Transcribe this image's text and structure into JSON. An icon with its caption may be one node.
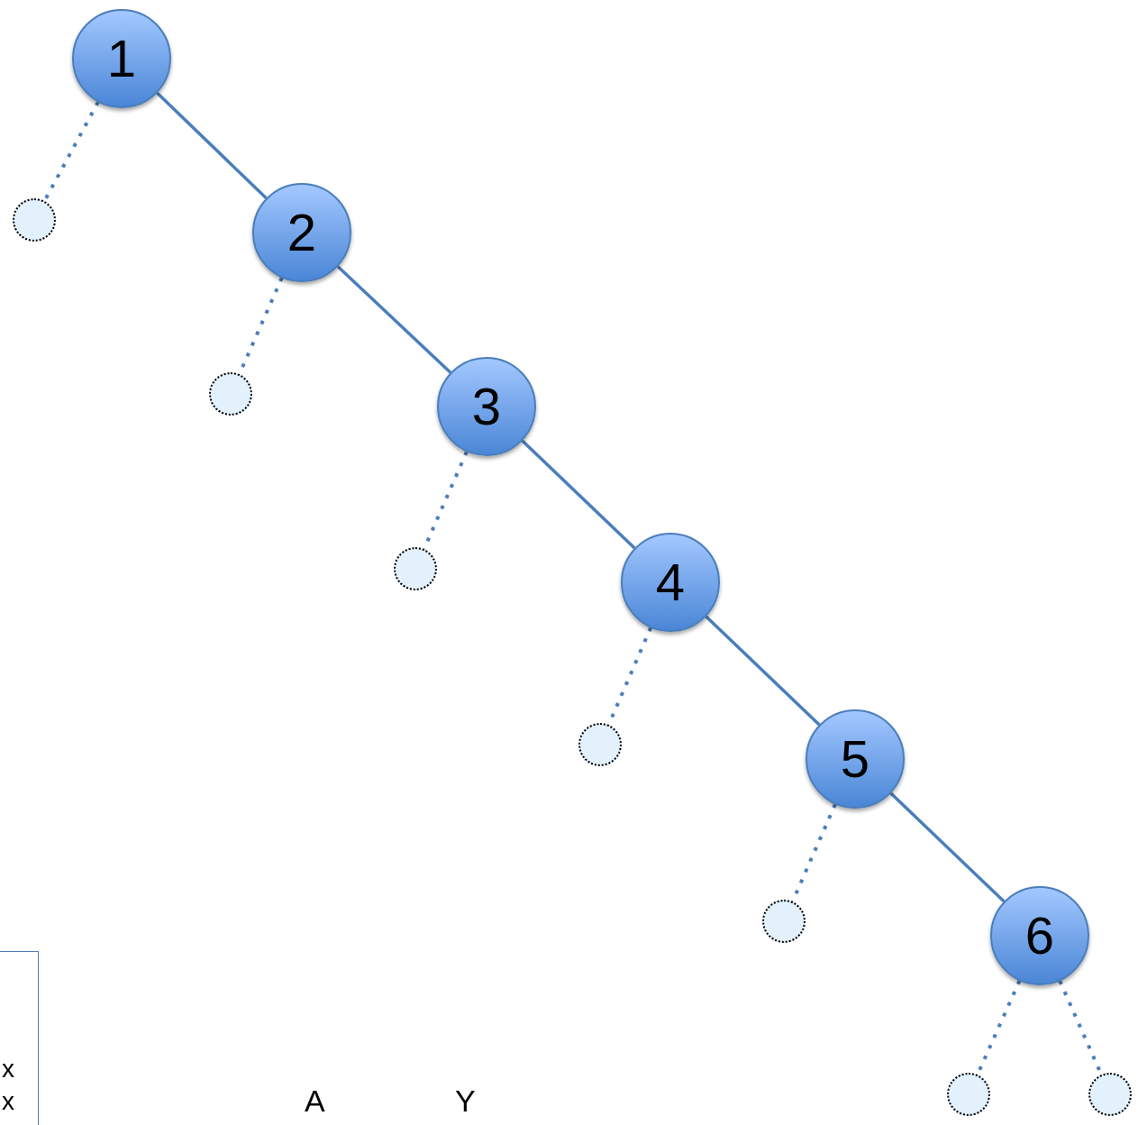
{
  "diagram": {
    "nodes": [
      {
        "text": [
          "1"
        ]
      },
      {
        "text": [
          "2"
        ]
      },
      {
        "text": [
          "3"
        ]
      },
      {
        "text": [
          "4"
        ]
      },
      {
        "text": [
          "5"
        ]
      },
      {
        "text": [
          "6"
        ]
      },
      {
        "text": [],
        "shape": "circle"
      },
      {
        "text": [],
        "shape": "circle"
      },
      {
        "text": [],
        "shape": "circle"
      },
      {
        "text": [],
        "shape": "circle"
      },
      {
        "text": [],
        "shape": "circle"
      },
      {
        "text": [],
        "shape": "circle"
      },
      {
        "text": [],
        "shape": "circle"
      }
    ],
    "edges": [
      {
        "from": 0,
        "to": 1,
        "arrow": "none"
      },
      {
        "from": 1,
        "to": 2,
        "arrow": "none"
      },
      {
        "from": 2,
        "to": 3,
        "arrow": "none"
      },
      {
        "from": 3,
        "to": 4,
        "arrow": "none"
      },
      {
        "from": 4,
        "to": 5,
        "arrow": "none"
      },
      {
        "from": 0,
        "to": 6,
        "arrow": "none",
        "style": "dashed"
      },
      {
        "from": 1,
        "to": 7,
        "arrow": "none",
        "style": "dashed"
      },
      {
        "from": 2,
        "to": 8,
        "arrow": "none",
        "style": "dashed"
      },
      {
        "from": 3,
        "to": 9,
        "arrow": "none",
        "style": "dashed"
      },
      {
        "from": 4,
        "to": 10,
        "arrow": "none",
        "style": "dashed"
      },
      {
        "from": 5,
        "to": 11,
        "arrow": "none",
        "style": "dashed"
      },
      {
        "from": 5,
        "to": 12,
        "arrow": "none",
        "style": "dashed"
      }
    ],
    "labels": [
      "x",
      "x",
      "A",
      "Y"
    ]
  }
}
